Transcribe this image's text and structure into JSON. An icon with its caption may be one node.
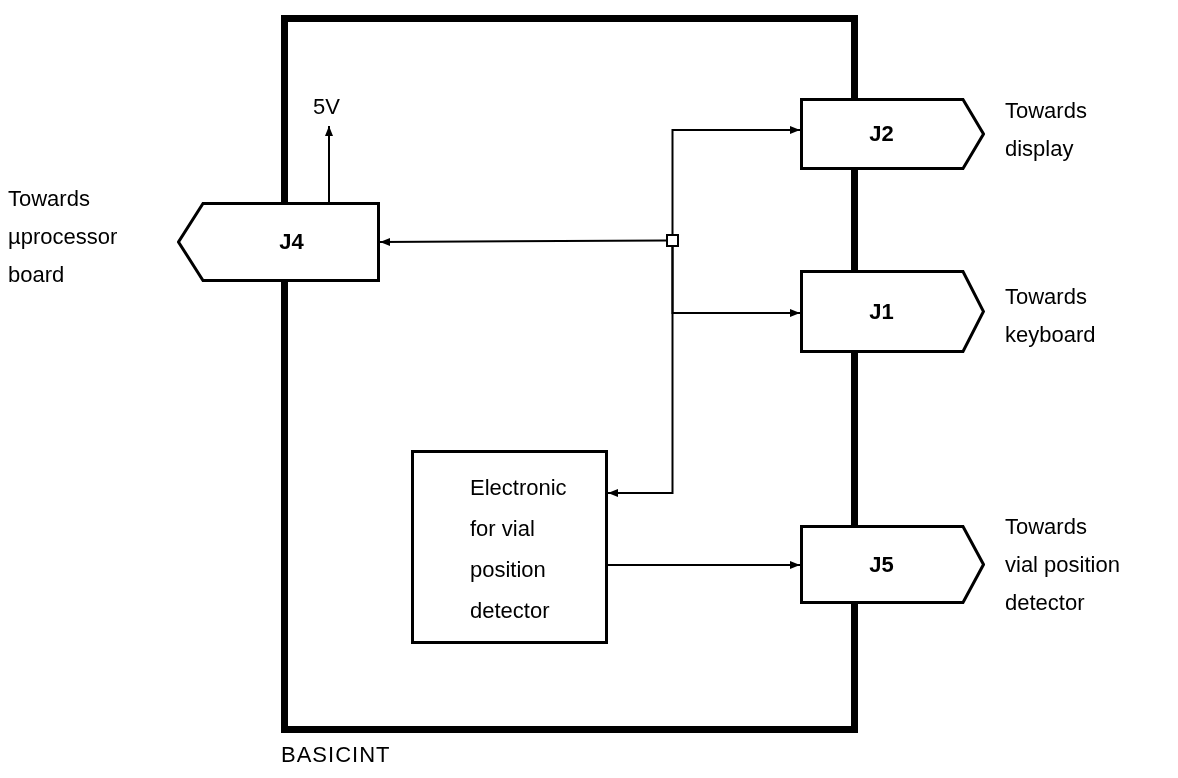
{
  "diagram": {
    "nodes": [
      {
        "text": [
          "BASICINT"
        ]
      },
      {
        "text": [
          "J4"
        ],
        "beside": [
          "Towards µprocessor board"
        ]
      },
      {
        "text": [],
        "shape": "box",
        "in": 0
      },
      {
        "text": [
          "J2"
        ],
        "beside": [
          "Towards display"
        ]
      },
      {
        "text": [
          "J1"
        ],
        "beside": [
          "Towards keyboard"
        ]
      },
      {
        "text": [
          "Electronic for vial position detector"
        ],
        "in": 0
      },
      {
        "text": [
          "J5"
        ],
        "beside": [
          "Towards vial position detector"
        ]
      },
      {
        "text": [
          "5V"
        ],
        "in": 0
      }
    ],
    "edges": [
      {
        "from": 2,
        "to": 1,
        "arrow": "to"
      },
      {
        "from": 2,
        "to": 3,
        "arrow": "to"
      },
      {
        "from": 2,
        "to": 4,
        "arrow": "to"
      },
      {
        "from": 2,
        "to": 5,
        "arrow": "to"
      },
      {
        "from": 5,
        "to": 6,
        "arrow": "to"
      },
      {
        "from": 1,
        "to": 7,
        "arrow": "to"
      }
    ]
  }
}
